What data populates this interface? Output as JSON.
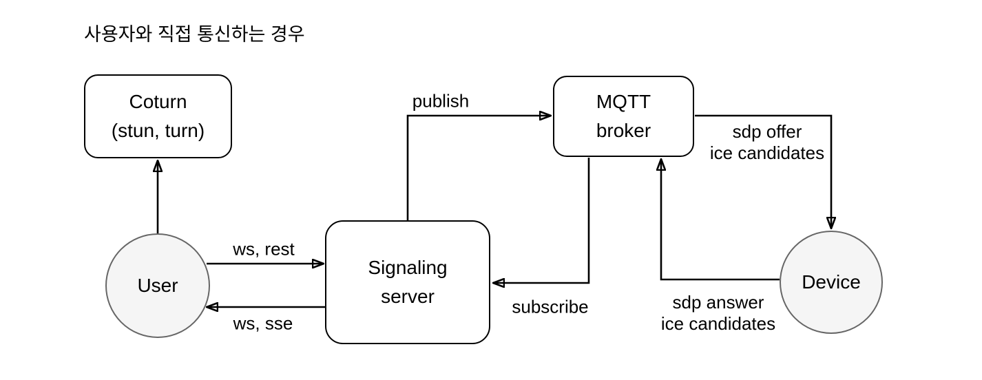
{
  "title": "사용자와 직접 통신하는 경우",
  "nodes": {
    "coturn": {
      "line1": "Coturn",
      "line2": "(stun, turn)"
    },
    "user": {
      "label": "User"
    },
    "signaling": {
      "line1": "Signaling",
      "line2": "server"
    },
    "mqtt": {
      "line1": "MQTT",
      "line2": "broker"
    },
    "device": {
      "label": "Device"
    }
  },
  "edges": {
    "ws_rest": {
      "label": "ws, rest"
    },
    "ws_sse": {
      "label": "ws, sse"
    },
    "publish": {
      "label": "publish"
    },
    "subscribe": {
      "label": "subscribe"
    },
    "sdp_offer": {
      "line1": "sdp offer",
      "line2": "ice candidates"
    },
    "sdp_answer": {
      "line1": "sdp answer",
      "line2": "ice candidates"
    }
  },
  "colors": {
    "background": "#ffffff",
    "node_fill": "#ffffff",
    "node_border": "#000000",
    "circle_fill": "#f5f5f5",
    "circle_border": "#666666",
    "line": "#000000",
    "text": "#000000"
  }
}
